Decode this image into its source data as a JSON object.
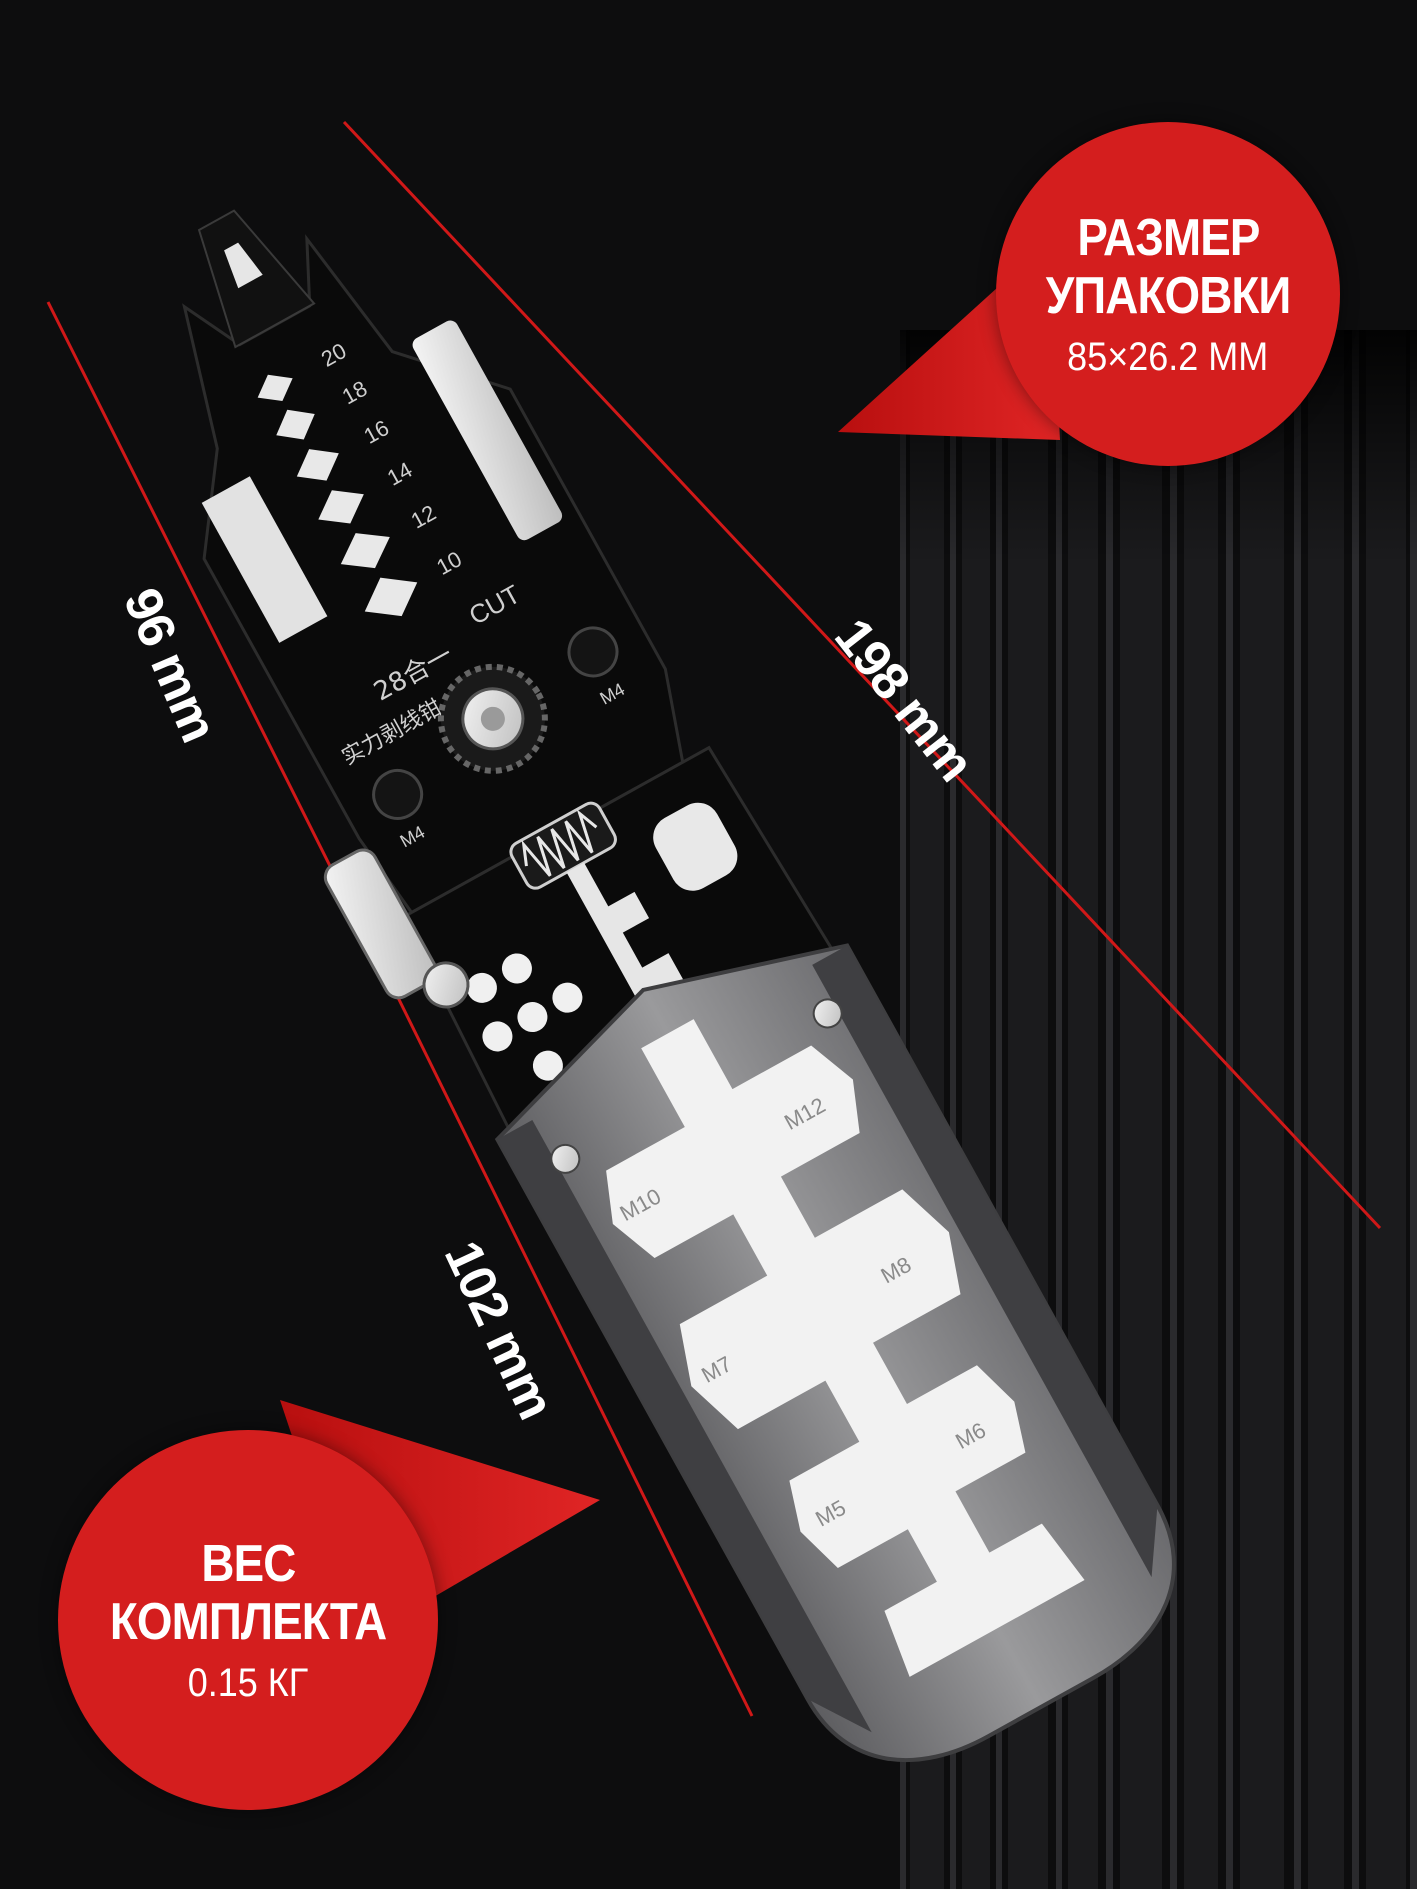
{
  "dimensions": {
    "width_label": "96 mm",
    "handle_label": "102 mm",
    "length_label": "198 mm"
  },
  "package_badge": {
    "title_line1": "РАЗМЕР",
    "title_line2": "УПАКОВКИ",
    "value": "85×26.2 MM"
  },
  "weight_badge": {
    "title_line1": "ВЕС",
    "title_line2": "КОМПЛЕКТА",
    "value": "0.15 КГ"
  },
  "tool_markings": {
    "gauges": [
      "20",
      "18",
      "16",
      "14",
      "12",
      "10"
    ],
    "cut": "CUT",
    "model": "28合一",
    "brand_cn": "实力剥线钳",
    "thread_left": "M4",
    "thread_right": "M4",
    "wrench_sizes": [
      "M10",
      "M12",
      "M7",
      "M8",
      "M5",
      "M6"
    ]
  },
  "colors": {
    "accent_red": "#d41e1e",
    "guide_line_red": "#d01818",
    "background": "#0d0d0e",
    "tool_body": "#0a0a0a",
    "tool_grip": "#8e8e8e"
  }
}
